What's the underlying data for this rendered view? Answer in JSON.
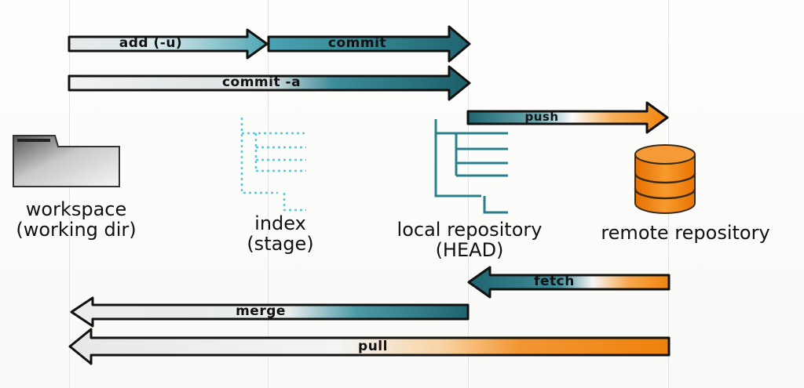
{
  "nodes": {
    "workspace": {
      "line1": "workspace",
      "line2": "(working dir)"
    },
    "index": {
      "line1": "index",
      "line2": "(stage)"
    },
    "local": {
      "line1": "local repository",
      "line2": "(HEAD)"
    },
    "remote": {
      "line1": "remote repository"
    }
  },
  "arrows": {
    "add": {
      "label": "add (-u)"
    },
    "commit": {
      "label": "commit"
    },
    "commit_a": {
      "label": "commit -a"
    },
    "push": {
      "label": "push"
    },
    "fetch": {
      "label": "fetch"
    },
    "merge": {
      "label": "merge"
    },
    "pull": {
      "label": "pull"
    }
  },
  "colors": {
    "teal": "#2a7f8c",
    "light_teal": "#56aebd",
    "orange": "#f0840f",
    "gray": "#cfcfcf",
    "outline": "#111111"
  },
  "icons": {
    "workspace": "folder-icon",
    "index": "stage-tree-icon",
    "local": "repository-tree-icon",
    "remote": "database-icon"
  }
}
